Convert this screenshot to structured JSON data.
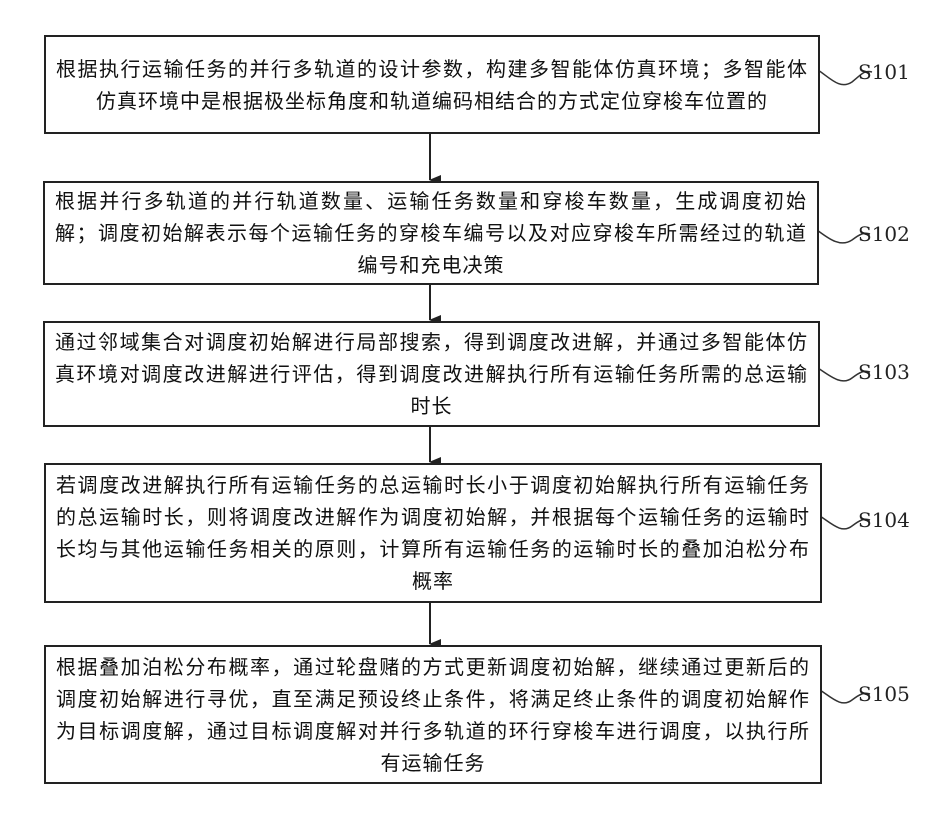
{
  "steps": [
    {
      "id": "S101",
      "text": "根据执行运输任务的并行多轨道的设计参数，构建多智能体仿真环境；多智能体仿真环境中是根据极坐标角度和轨道编码相结合的方式定位穿梭车位置的"
    },
    {
      "id": "S102",
      "text": "根据并行多轨道的并行轨道数量、运输任务数量和穿梭车数量，生成调度初始解；调度初始解表示每个运输任务的穿梭车编号以及对应穿梭车所需经过的轨道编号和充电决策"
    },
    {
      "id": "S103",
      "text": "通过邻域集合对调度初始解进行局部搜索，得到调度改进解，并通过多智能体仿真环境对调度改进解进行评估，得到调度改进解执行所有运输任务所需的总运输时长"
    },
    {
      "id": "S104",
      "text": "若调度改进解执行所有运输任务的总运输时长小于调度初始解执行所有运输任务的总运输时长，则将调度改进解作为调度初始解，并根据每个运输任务的运输时长均与其他运输任务相关的原则，计算所有运输任务的运输时长的叠加泊松分布概率"
    },
    {
      "id": "S105",
      "text": "根据叠加泊松分布概率，通过轮盘赌的方式更新调度初始解，继续通过更新后的调度初始解进行寻优，直至满足预设终止条件，将满足终止条件的调度初始解作为目标调度解，通过目标调度解对并行多轨道的环行穿梭车进行调度，以执行所有运输任务"
    }
  ]
}
